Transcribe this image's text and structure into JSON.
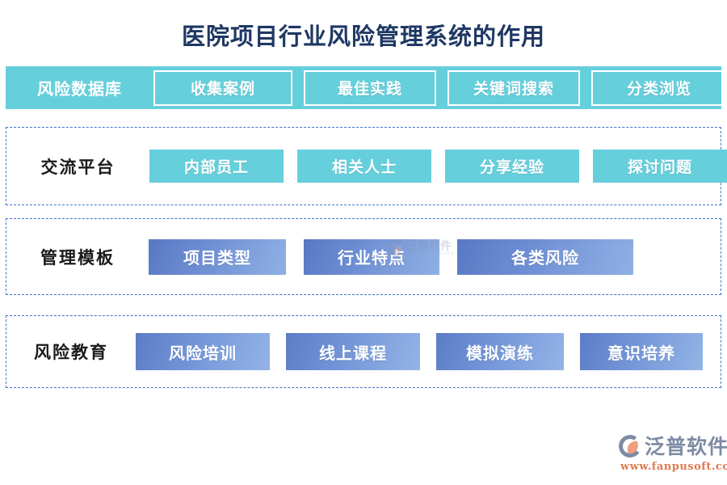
{
  "page": {
    "title": "医院项目行业风险管理系统的作用",
    "title_color": "#1f3864",
    "background": "#ffffff"
  },
  "theme": {
    "teal": "#66cfdc",
    "blue_gradient_start": "#5878c4",
    "blue_gradient_end": "#8fb0e4",
    "dashed_border": "#3f76c8",
    "label_text": "#1a1a1a",
    "chip_text": "#ffffff"
  },
  "rows": [
    {
      "id": "database",
      "label": "风险数据库",
      "style": "solid-teal-band",
      "chips": [
        {
          "label": "收集案例"
        },
        {
          "label": "最佳实践"
        },
        {
          "label": "关键词搜索"
        },
        {
          "label": "分类浏览"
        }
      ]
    },
    {
      "id": "exchange",
      "label": "交流平台",
      "style": "dashed-teal-chips",
      "chips": [
        {
          "label": "内部员工"
        },
        {
          "label": "相关人士"
        },
        {
          "label": "分享经验"
        },
        {
          "label": "探讨问题"
        }
      ]
    },
    {
      "id": "template",
      "label": "管理模板",
      "style": "dashed-blue-chips",
      "chips": [
        {
          "label": "项目类型"
        },
        {
          "label": "行业特点"
        },
        {
          "label": "各类风险"
        }
      ]
    },
    {
      "id": "education",
      "label": "风险教育",
      "style": "dashed-blue-chips",
      "chips": [
        {
          "label": "风险培训"
        },
        {
          "label": "线上课程"
        },
        {
          "label": "模拟演练"
        },
        {
          "label": "意识培养"
        }
      ]
    }
  ],
  "watermark": {
    "name": "泛普软件",
    "subtitle": "FANPU SOFTWARE"
  },
  "brand": {
    "name": "泛普软件",
    "url": "www.fanpusoft.com",
    "name_color": "#7d8ba3",
    "url_color": "#e07a50"
  }
}
